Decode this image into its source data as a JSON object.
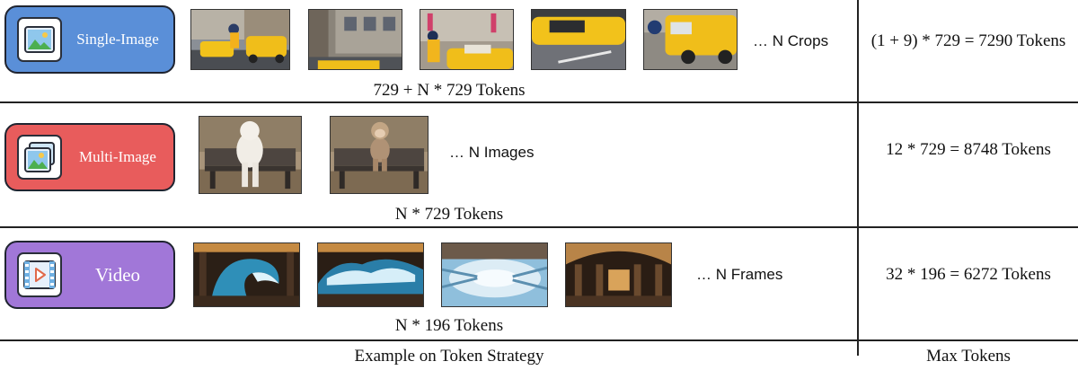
{
  "rows": [
    {
      "mode_label": "Single-Image",
      "badge_color": "#5a8fd8",
      "icon": "single-image-icon",
      "ellipsis": "… N Crops",
      "token_caption": "729 + N * 729 Tokens",
      "max_tokens": "(1 + 9) * 729 = 7290 Tokens"
    },
    {
      "mode_label": "Multi-Image",
      "badge_color": "#e85c5c",
      "icon": "multi-image-icon",
      "ellipsis": "… N Images",
      "token_caption": "N * 729 Tokens",
      "max_tokens": "12 * 729 = 8748 Tokens"
    },
    {
      "mode_label": "Video",
      "badge_color": "#a177d8",
      "icon": "video-icon",
      "ellipsis": "… N Frames",
      "token_caption": "N * 196 Tokens",
      "max_tokens": "32 * 196 = 6272 Tokens"
    }
  ],
  "footer": {
    "left": "Example on Token Strategy",
    "right": "Max Tokens"
  }
}
